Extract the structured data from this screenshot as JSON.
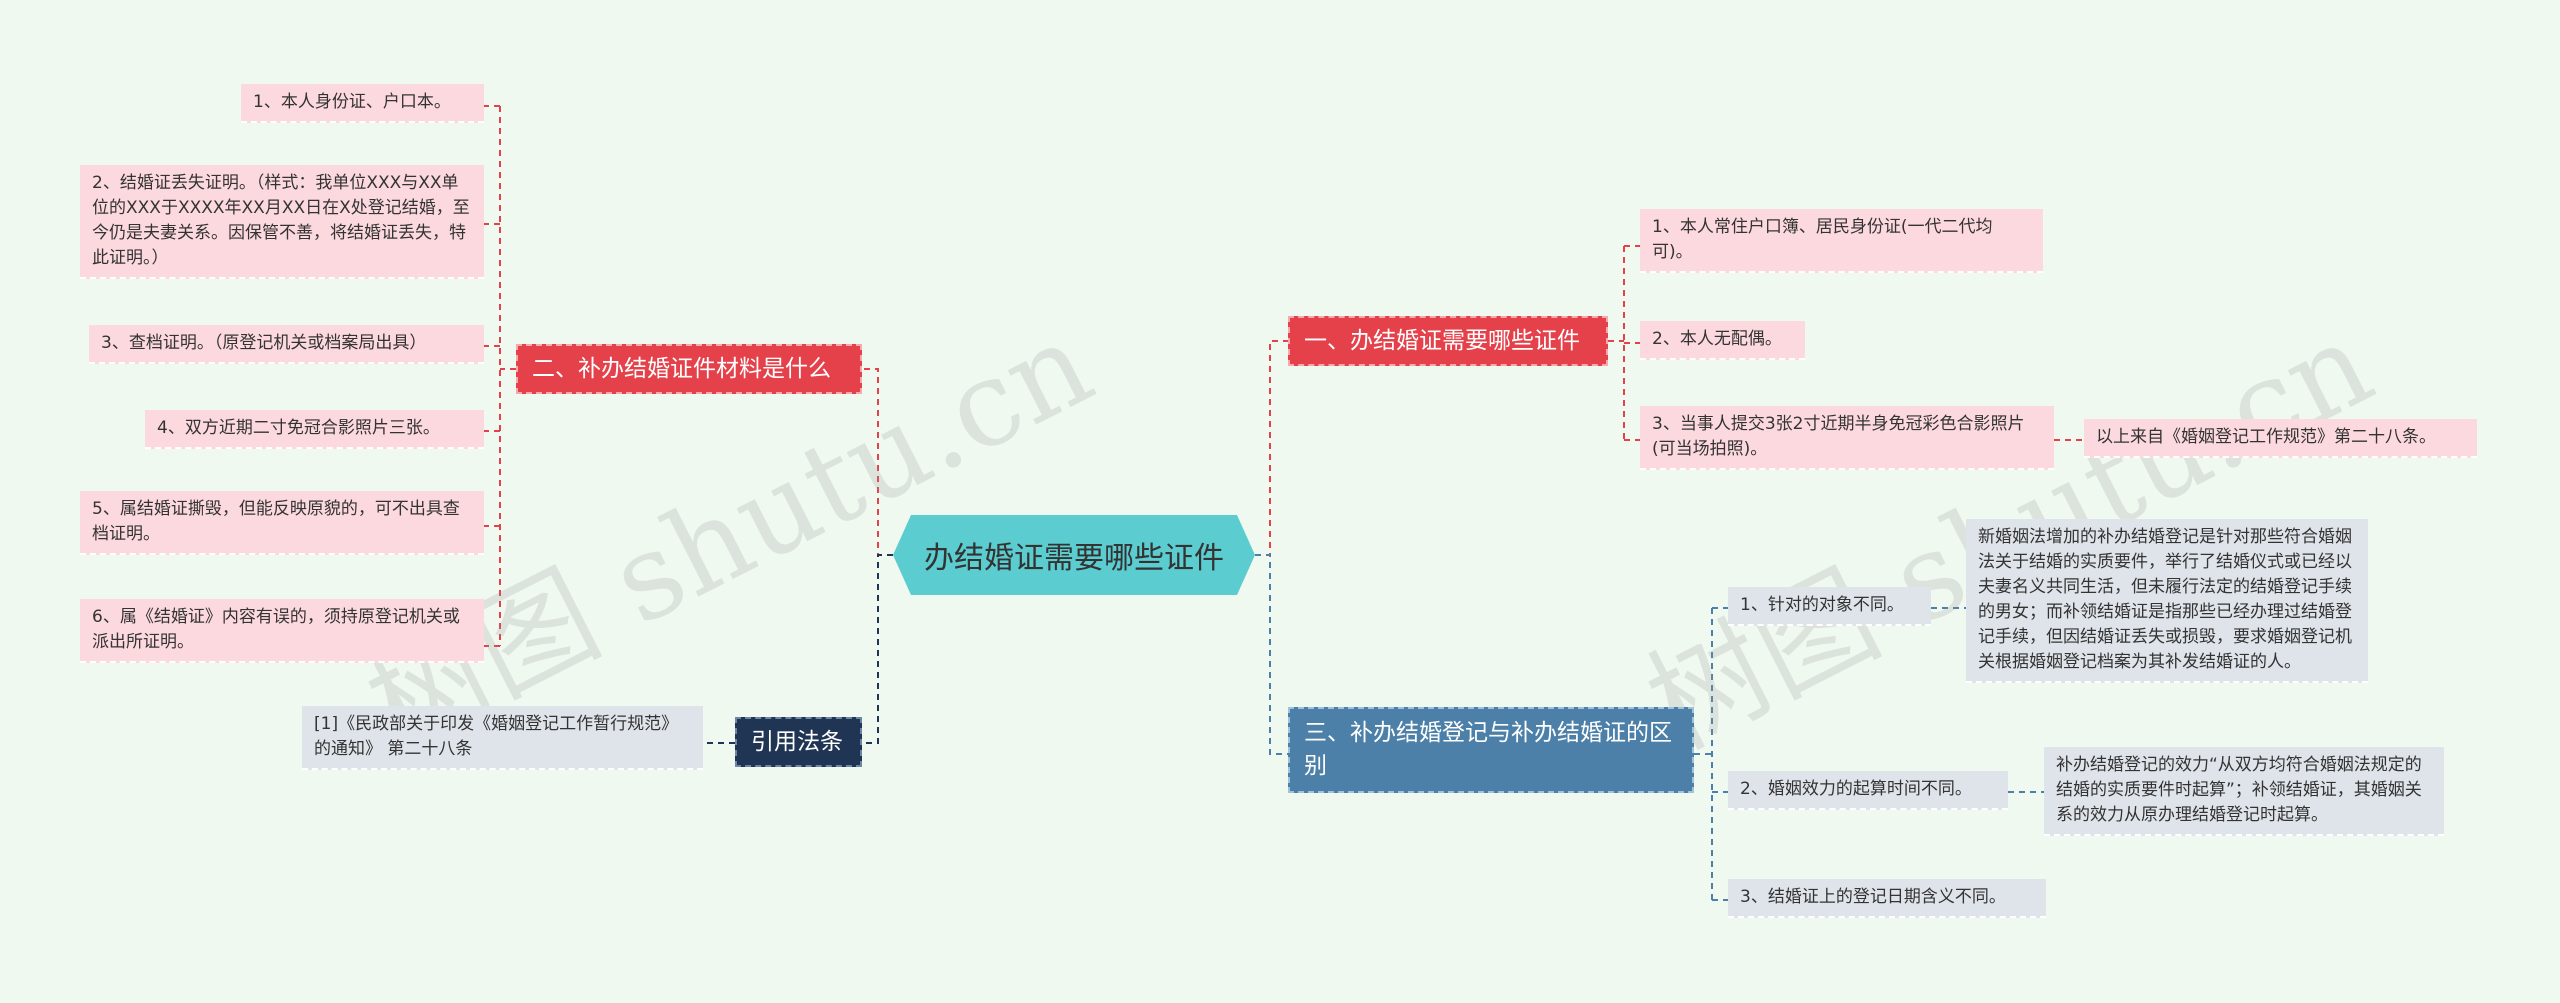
{
  "center": {
    "title": "办结婚证需要哪些证件"
  },
  "left": {
    "branch": "二、补办结婚证件材料是什么",
    "items": [
      "1、本人身份证、户口本。",
      "2、结婚证丢失证明。（样式：我单位XXX与XX单位的XXX于XXXX年XX月XX日在X处登记结婚，至今仍是夫妻关系。因保管不善，将结婚证丢失，特此证明。）",
      "3、查档证明。（原登记机关或档案局出具）",
      "4、双方近期二寸免冠合影照片三张。",
      "5、属结婚证撕毁，但能反映原貌的，可不出具查档证明。",
      "6、属《结婚证》内容有误的，须持原登记机关或派出所证明。"
    ]
  },
  "law": {
    "branch": "引用法条",
    "item": "[1]《民政部关于印发《婚姻登记工作暂行规范》的通知》 第二十八条"
  },
  "right1": {
    "branch": "一、办结婚证需要哪些证件",
    "items": [
      "1、本人常住户口簿、居民身份证(一代二代均可)。",
      "2、本人无配偶。",
      "3、当事人提交3张2寸近期半身免冠彩色合影照片(可当场拍照)。"
    ],
    "note": "以上来自《婚姻登记工作规范》第二十八条。"
  },
  "right3": {
    "branch": "三、补办结婚登记与补办结婚证的区别",
    "items": [
      "1、针对的对象不同。",
      "2、婚姻效力的起算时间不同。",
      "3、结婚证上的登记日期含义不同。"
    ],
    "details": [
      "新婚姻法增加的补办结婚登记是针对那些符合婚姻法关于结婚的实质要件，举行了结婚仪式或已经以夫妻名义共同生活，但未履行法定的结婚登记手续的男女；而补领结婚证是指那些已经办理过结婚登记手续，但因结婚证丢失或损毁，要求婚姻登记机关根据婚姻登记档案为其补发结婚证的人。",
      "补办结婚登记的效力“从双方均符合婚姻法规定的结婚的实质要件时起算”；补领结婚证，其婚姻关系的效力从原办理结婚登记时起算。"
    ]
  },
  "watermark": "树图 shutu.cn",
  "colors": {
    "background": "#f0f9f0",
    "center": "#5bcdd0",
    "red": "#e4414b",
    "blue": "#4c80a8",
    "navy": "#1f3553",
    "pink_leaf": "#fcd9de",
    "gray_leaf": "#dfe4ea"
  }
}
